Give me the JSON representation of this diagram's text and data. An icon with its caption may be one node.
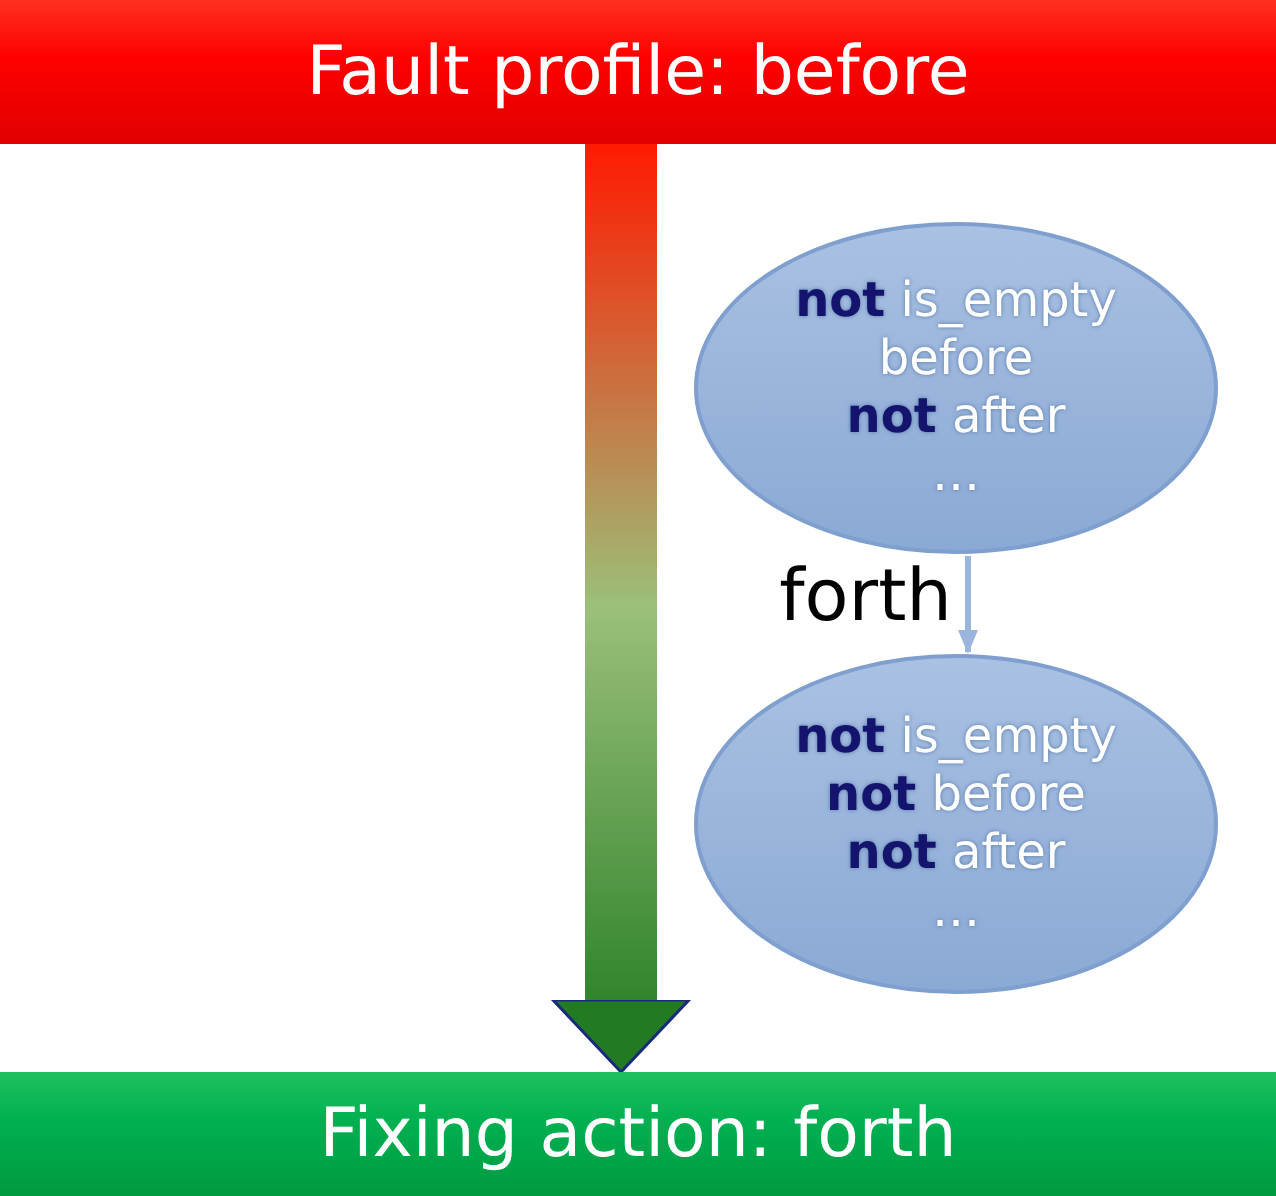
{
  "diagram": {
    "nodes": [
      {
        "text": [
          "Fault profile: before"
        ]
      },
      {
        "text": [
          "**not** is_empty",
          "before",
          "**not** after",
          "…"
        ]
      },
      {
        "text": [
          "**not** is_empty",
          "**not** before",
          "**not** after",
          "…"
        ]
      },
      {
        "text": [
          "Fixing action: forth"
        ]
      }
    ],
    "edges": [
      {
        "from": 0,
        "to": 3,
        "arrow": "to",
        "style": "thick"
      },
      {
        "from": 1,
        "to": 2,
        "arrow": "to",
        "label": "forth"
      }
    ]
  }
}
